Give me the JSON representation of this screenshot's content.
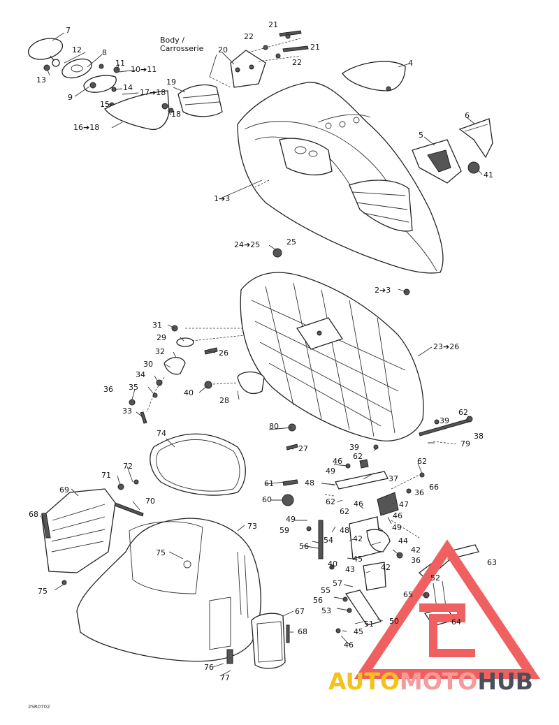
{
  "diagram": {
    "body_label_line1": "Body /",
    "body_label_line2": "Carrosserie",
    "drawing_code": "2SR0702",
    "watermark": {
      "part1": "AUTO",
      "part2": "MOTO",
      "part3": "HUB",
      "colors": {
        "auto": "#f4c21c",
        "moto": "#f49b9b",
        "hub": "#4a4f5a",
        "triangle": "#f06060"
      }
    },
    "callouts": [
      {
        "id": "c7",
        "text": "7"
      },
      {
        "id": "c12",
        "text": "12"
      },
      {
        "id": "c8",
        "text": "8"
      },
      {
        "id": "c13",
        "text": "13"
      },
      {
        "id": "c11",
        "text": "11"
      },
      {
        "id": "c10-11",
        "text": "10➔11"
      },
      {
        "id": "c9",
        "text": "9"
      },
      {
        "id": "c14",
        "text": "14"
      },
      {
        "id": "c15",
        "text": "15"
      },
      {
        "id": "c17-18",
        "text": "17➔18"
      },
      {
        "id": "c18",
        "text": "18"
      },
      {
        "id": "c16-18",
        "text": "16➔18"
      },
      {
        "id": "c19",
        "text": "19"
      },
      {
        "id": "c20",
        "text": "20"
      },
      {
        "id": "c21a",
        "text": "21"
      },
      {
        "id": "c21b",
        "text": "21"
      },
      {
        "id": "c22a",
        "text": "22"
      },
      {
        "id": "c22b",
        "text": "22"
      },
      {
        "id": "c4",
        "text": "4"
      },
      {
        "id": "c6",
        "text": "6"
      },
      {
        "id": "c5",
        "text": "5"
      },
      {
        "id": "c41",
        "text": "41"
      },
      {
        "id": "c1-3",
        "text": "1➔3"
      },
      {
        "id": "c24-25",
        "text": "24➔25"
      },
      {
        "id": "c25",
        "text": "25"
      },
      {
        "id": "c2-3",
        "text": "2➔3"
      },
      {
        "id": "c23-26",
        "text": "23➔26"
      },
      {
        "id": "c31",
        "text": "31"
      },
      {
        "id": "c29",
        "text": "29"
      },
      {
        "id": "c26",
        "text": "26"
      },
      {
        "id": "c32",
        "text": "32"
      },
      {
        "id": "c30",
        "text": "30"
      },
      {
        "id": "c34",
        "text": "34"
      },
      {
        "id": "c40a",
        "text": "40"
      },
      {
        "id": "c28",
        "text": "28"
      },
      {
        "id": "c36a",
        "text": "36"
      },
      {
        "id": "c35",
        "text": "35"
      },
      {
        "id": "c33",
        "text": "33"
      },
      {
        "id": "c62a",
        "text": "62"
      },
      {
        "id": "c39a",
        "text": "39"
      },
      {
        "id": "c38",
        "text": "38"
      },
      {
        "id": "c80",
        "text": "80"
      },
      {
        "id": "c27a",
        "text": "27"
      },
      {
        "id": "c39b",
        "text": "39"
      },
      {
        "id": "c79",
        "text": "79"
      },
      {
        "id": "c74",
        "text": "74"
      },
      {
        "id": "c62b",
        "text": "62"
      },
      {
        "id": "c46a",
        "text": "46"
      },
      {
        "id": "c62c",
        "text": "62"
      },
      {
        "id": "c49a",
        "text": "49"
      },
      {
        "id": "c37",
        "text": "37"
      },
      {
        "id": "c66",
        "text": "66"
      },
      {
        "id": "c72",
        "text": "72"
      },
      {
        "id": "c71",
        "text": "71"
      },
      {
        "id": "c61",
        "text": "61"
      },
      {
        "id": "c48a",
        "text": "48"
      },
      {
        "id": "c36b",
        "text": "36"
      },
      {
        "id": "c69",
        "text": "69"
      },
      {
        "id": "c62d",
        "text": "62"
      },
      {
        "id": "c46b",
        "text": "46"
      },
      {
        "id": "c70",
        "text": "70"
      },
      {
        "id": "c47",
        "text": "47"
      },
      {
        "id": "c60",
        "text": "60"
      },
      {
        "id": "c68a",
        "text": "68"
      },
      {
        "id": "c62e",
        "text": "62"
      },
      {
        "id": "c46c",
        "text": "46"
      },
      {
        "id": "c49b",
        "text": "49"
      },
      {
        "id": "c49c",
        "text": "49"
      },
      {
        "id": "c59",
        "text": "59"
      },
      {
        "id": "c48b",
        "text": "48"
      },
      {
        "id": "c73",
        "text": "73"
      },
      {
        "id": "c54",
        "text": "54"
      },
      {
        "id": "c42a",
        "text": "42"
      },
      {
        "id": "c44",
        "text": "44"
      },
      {
        "id": "c56a",
        "text": "56"
      },
      {
        "id": "c42b",
        "text": "42"
      },
      {
        "id": "c45a",
        "text": "45"
      },
      {
        "id": "c36c",
        "text": "36"
      },
      {
        "id": "c63",
        "text": "63"
      },
      {
        "id": "c75a",
        "text": "75"
      },
      {
        "id": "c40b",
        "text": "40"
      },
      {
        "id": "c43",
        "text": "43"
      },
      {
        "id": "c42c",
        "text": "42"
      },
      {
        "id": "c52",
        "text": "52"
      },
      {
        "id": "c75b",
        "text": "75"
      },
      {
        "id": "c57",
        "text": "57"
      },
      {
        "id": "c65",
        "text": "65"
      },
      {
        "id": "c55",
        "text": "55"
      },
      {
        "id": "c56b",
        "text": "56"
      },
      {
        "id": "c53",
        "text": "53"
      },
      {
        "id": "c64",
        "text": "64"
      },
      {
        "id": "c67",
        "text": "67"
      },
      {
        "id": "c51",
        "text": "51"
      },
      {
        "id": "c50",
        "text": "50"
      },
      {
        "id": "c68b",
        "text": "68"
      },
      {
        "id": "c45b",
        "text": "45"
      },
      {
        "id": "c46d",
        "text": "46"
      },
      {
        "id": "c76",
        "text": "76"
      },
      {
        "id": "c77",
        "text": "77"
      }
    ]
  }
}
